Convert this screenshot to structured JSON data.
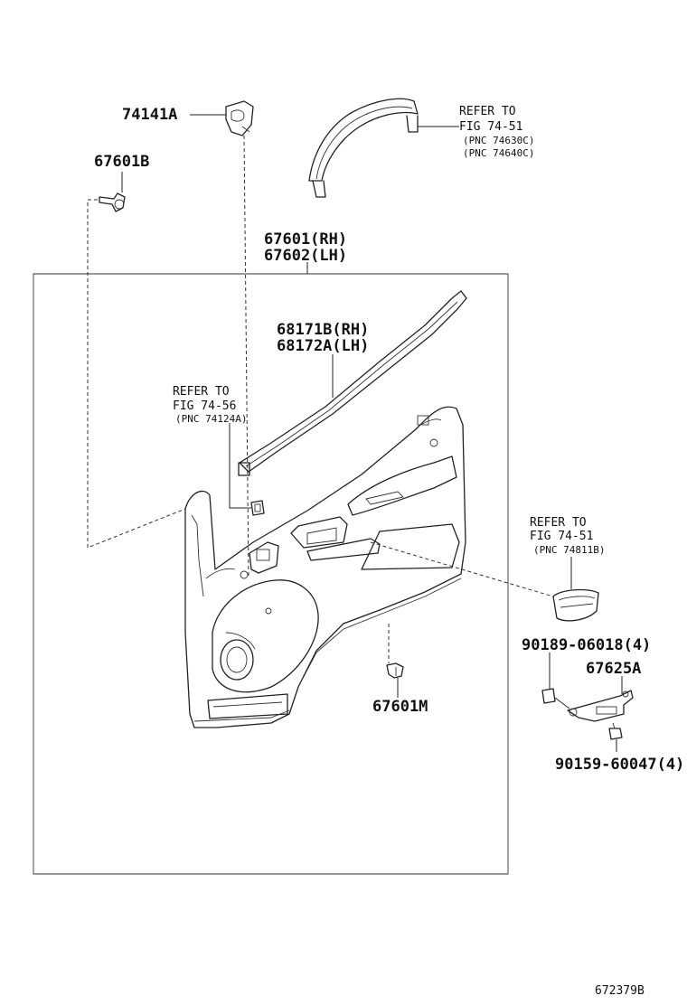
{
  "labels": {
    "p74141A": "74141A",
    "p67601B": "67601B",
    "p67601RH": "67601(RH)",
    "p67602LH": "67602(LH)",
    "p68171B": "68171B(RH)",
    "p68172A": "68172A(LH)",
    "p67601M": "67601M",
    "p90189": "90189-06018(4)",
    "p67625A": "67625A",
    "p90159": "90159-60047(4)",
    "refer_grip_1": "REFER TO",
    "refer_grip_2": "FIG 74-51",
    "refer_grip_3": "(PNC 74630C)",
    "refer_grip_4": "(PNC 74640C)",
    "refer_switch_1": "REFER TO",
    "refer_switch_2": "FIG 74-56",
    "refer_switch_3": "(PNC 74124A)",
    "refer_ashtray_1": "REFER TO",
    "refer_ashtray_2": "FIG 74-51",
    "refer_ashtray_3": "(PNC 74811B)",
    "diagram_id": "672379B"
  }
}
